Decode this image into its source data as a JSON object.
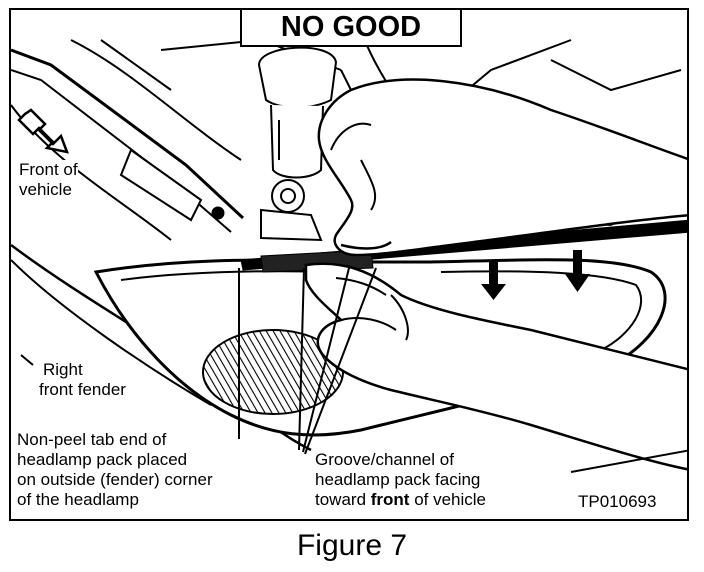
{
  "title": "NO GOOD",
  "labels": {
    "front_line1": "Front of",
    "front_line2": "vehicle",
    "fender_line1": "Right",
    "fender_line2": "front fender",
    "nonpeel_line1": "Non-peel tab end of",
    "nonpeel_line2": "headlamp pack placed",
    "nonpeel_line3": "on outside (fender) corner",
    "nonpeel_line4": "of the headlamp",
    "groove_line1": "Groove/channel of",
    "groove_line2": "headlamp pack facing",
    "groove_line3_pre": "toward ",
    "groove_line3_bold": "front",
    "groove_line3_post": " of vehicle",
    "part_code": "TP010693"
  },
  "caption": "Figure 7"
}
